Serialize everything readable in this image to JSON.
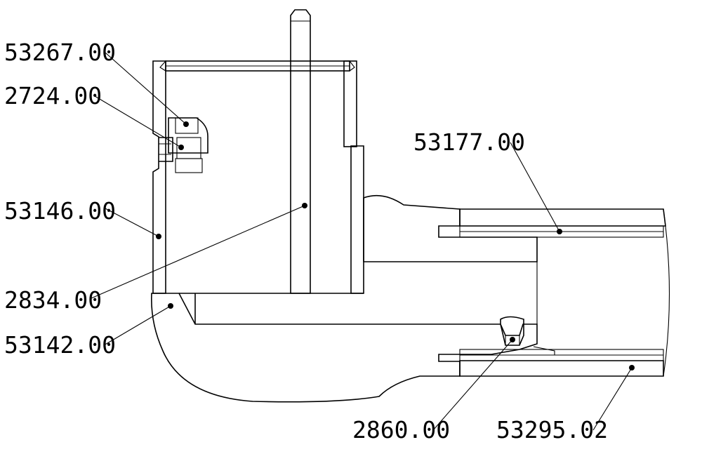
{
  "callouts": [
    {
      "id": "c1",
      "text": "53267.00"
    },
    {
      "id": "c2",
      "text": "2724.00"
    },
    {
      "id": "c3",
      "text": "53146.00"
    },
    {
      "id": "c4",
      "text": "2834.00"
    },
    {
      "id": "c5",
      "text": "53142.00"
    },
    {
      "id": "c6",
      "text": "53177.00"
    },
    {
      "id": "c7",
      "text": "2860.00"
    },
    {
      "id": "c8",
      "text": "53295.02"
    }
  ]
}
